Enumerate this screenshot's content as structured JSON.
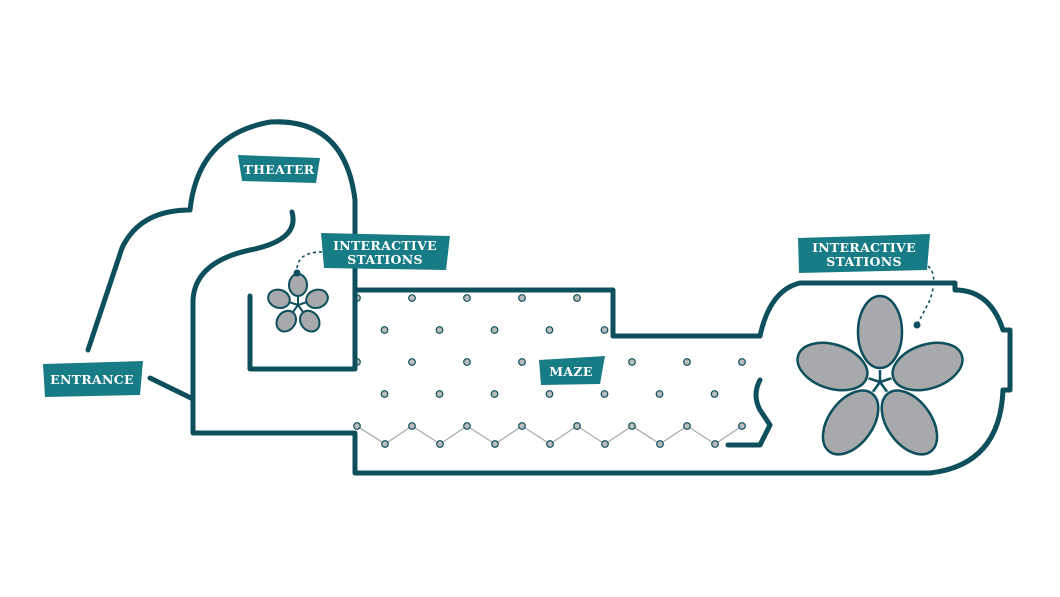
{
  "colors": {
    "wall": "#0d4f5c",
    "label_bg": "#187c86",
    "label_text": "#ffffff",
    "maze_line": "#a9abad",
    "maze_node": "#b9bbbd",
    "pod_fill": "#a7a9ac"
  },
  "labels": {
    "theater": "THEATER",
    "entrance": "ENTRANCE",
    "maze": "MAZE",
    "stations_small_line1": "INTERACTIVE",
    "stations_small_line2": "STATIONS",
    "stations_large_line1": "INTERACTIVE",
    "stations_large_line2": "STATIONS"
  }
}
